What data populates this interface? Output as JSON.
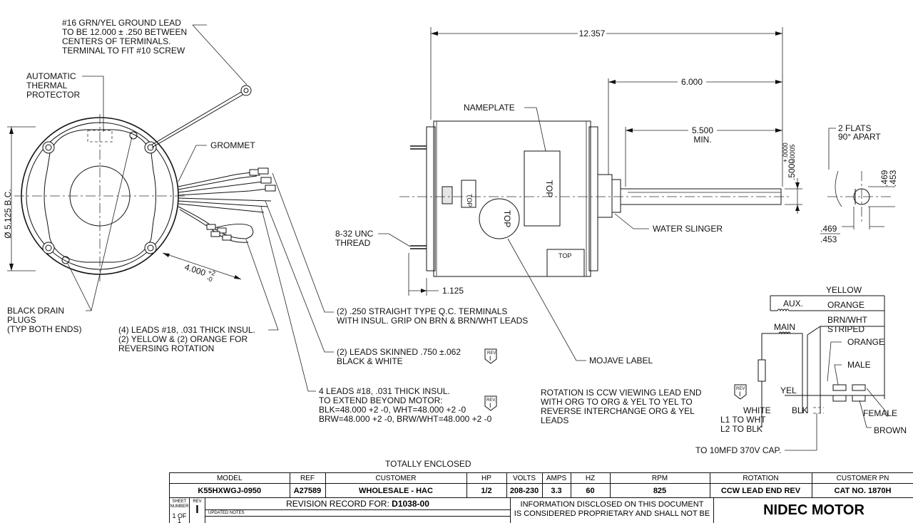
{
  "notes": {
    "ground_lead": [
      "#16 GRN/YEL GROUND LEAD",
      "TO BE 12.000 ± .250 BETWEEN",
      "CENTERS OF TERMINALS.",
      "TERMINAL TO FIT #10 SCREW"
    ],
    "thermal_protector": [
      "AUTOMATIC",
      "THERMAL",
      "PROTECTOR"
    ],
    "grommet": "GROMMET",
    "bolt_circle": "Ø 5.125  B.C.",
    "lead_length_main": "4.000",
    "lead_length_tol_plus": "+2",
    "lead_length_tol_minus": "-0",
    "drain_plugs": [
      "BLACK DRAIN",
      "PLUGS",
      "(TYP BOTH ENDS)"
    ],
    "leads_reversing": [
      "(4) LEADS #18, .031 THICK INSUL.",
      "(2) YELLOW & (2) ORANGE FOR",
      "REVERSING ROTATION"
    ],
    "qc_terminals": [
      "(2) .250 STRAIGHT TYPE Q.C. TERMINALS",
      "WITH INSUL. GRIP ON BRN & BRN/WHT LEADS"
    ],
    "leads_skinned": [
      "(2) LEADS SKINNED .750 ±.062",
      "BLACK & WHITE"
    ],
    "leads_4": [
      "4 LEADS #18, .031 THICK INSUL.",
      "TO EXTEND BEYOND MOTOR:",
      "BLK=48.000 +2 -0, WHT=48.000 +2 -0",
      "BRW=48.000 +2 -0, BRW/WHT=48.000 +2 -0"
    ],
    "rotation": [
      "ROTATION IS CCW VIEWING LEAD END",
      "WITH ORG TO ORG & YEL TO YEL TO",
      "REVERSE INTERCHANGE ORG & YEL",
      "LEADS"
    ],
    "totally_enclosed": "TOTALLY ENCLOSED",
    "rev_mark": "REV",
    "rev_mark_alt": "REV.",
    "rev_letter": "I"
  },
  "side_view": {
    "dim_overall": "12.357",
    "dim_shaft": "6.000",
    "dim_flat": "5.500",
    "dim_flat_min": "MIN.",
    "dim_stud": "1.125",
    "dim_shaft_dia": ".5000",
    "dim_shaft_tol_plus": "+.0000",
    "dim_shaft_tol_minus": "-.0005",
    "nameplate": "NAMEPLATE",
    "top": "TOP",
    "thread": [
      "8-32 UNC",
      "THREAD"
    ],
    "water_slinger": "WATER SLINGER",
    "mojave_label": "MOJAVE LABEL"
  },
  "end_view": {
    "flats": [
      "2 FLATS",
      "90° APART"
    ],
    "dim_v1": ".469",
    "dim_v2": ".453",
    "dim_h1": ".469",
    "dim_h2": ".453"
  },
  "wiring": {
    "yellow": "YELLOW",
    "aux": "AUX.",
    "orange1": "ORANGE",
    "main": "MAIN",
    "brn_wht": [
      "BRN/WHT",
      "STRIPED"
    ],
    "orange2": "ORANGE",
    "male": "MALE",
    "yel": "YEL",
    "white": "WHITE",
    "blk": "BLK",
    "female": "FEMALE",
    "l1": "L1 TO WHT",
    "l2": "L2 TO BLK",
    "brown": "BROWN",
    "capacitor": "TO 10MFD 370V CAP."
  },
  "title_block": {
    "headers": [
      "MODEL",
      "REF",
      "CUSTOMER",
      "HP",
      "VOLTS",
      "AMPS",
      "HZ",
      "RPM",
      "ROTATION",
      "CUSTOMER PN"
    ],
    "values": [
      "K55HXWGJ-0950",
      "A27589",
      "WHOLESALE - HAC",
      "1/2",
      "208-230",
      "3.3",
      "60",
      "825",
      "CCW LEAD END REV",
      "CAT NO. 1870H"
    ],
    "sheet_number_label": [
      "SHEET",
      "NUMBER"
    ],
    "rev_label": "REV",
    "revision_record": "REVISION RECORD FOR:",
    "revision_doc": "D1038-00",
    "updated_notes": "UPDATED NOTES",
    "sheet_value": "1 OF 1",
    "rev_value": "I",
    "info_line1": "INFORMATION DISCLOSED ON THIS DOCUMENT",
    "info_line2": "IS CONSIDERED PROPRIETARY AND SHALL NOT BE",
    "company": "NIDEC MOTOR"
  }
}
